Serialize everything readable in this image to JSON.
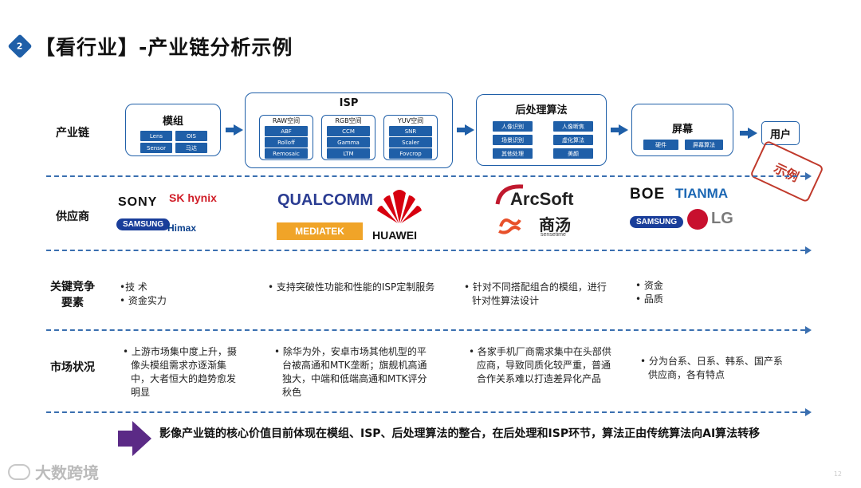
{
  "header": {
    "badge": "2",
    "title": "【看行业】-产业链分析示例"
  },
  "rows": {
    "chain": "产业链",
    "supplier": "供应商",
    "key_factors_line1": "关键竞争",
    "key_factors_line2": "要素",
    "market": "市场状况"
  },
  "chain": {
    "module": {
      "title": "模组",
      "items": [
        "Lens",
        "OIS",
        "Sensor",
        "马达"
      ]
    },
    "isp": {
      "title": "ISP",
      "raw": {
        "title": "RAW空间",
        "items": [
          "ABF",
          "Rolloff",
          "Remosaic"
        ]
      },
      "rgb": {
        "title": "RGB空间",
        "items": [
          "CCM",
          "Gamma",
          "LTM"
        ]
      },
      "yuv": {
        "title": "YUV空间",
        "items": [
          "SNR",
          "Scaler",
          "Fovcrop"
        ]
      }
    },
    "post": {
      "title": "后处理算法",
      "items": [
        "人像识别",
        "人像断焦",
        "场景识别",
        "虚化算法",
        "其他处理",
        "美颜"
      ]
    },
    "screen": {
      "title": "屏幕",
      "items": [
        "硬件",
        "屏幕算法"
      ]
    },
    "user": "用户"
  },
  "stamp": "示例",
  "suppliers": {
    "module": [
      "SONY",
      "SK hynix",
      "SAMSUNG",
      "Himax"
    ],
    "isp": [
      "QUALCOMM",
      "MEDIATEK",
      "HUAWEI"
    ],
    "post": [
      "ArcSoft",
      "商汤",
      "sensetime"
    ],
    "screen": [
      "BOE",
      "TIANMA",
      "SAMSUNG",
      "LG"
    ]
  },
  "key_factors": {
    "module": [
      "•技 术",
      "• 资金实力"
    ],
    "isp": [
      "• 支持突破性功能和性能的ISP定制服务"
    ],
    "post": [
      "• 针对不同搭配组合的模组，进行针对性算法设计"
    ],
    "screen": [
      "• 资金",
      "• 品质"
    ]
  },
  "market": {
    "module": [
      "• 上游市场集中度上升，摄像头模组需求亦逐渐集中，大者恒大的趋势愈发明显"
    ],
    "isp": [
      "• 除华为外，安卓市场其他机型的平台被高通和MTK垄断；旗舰机高通独大，中端和低端高通和MTK评分秋色"
    ],
    "post": [
      "• 各家手机厂商需求集中在头部供应商，导致同质化较严重，普通合作关系难以打造差异化产品"
    ],
    "screen": [
      "• 分为台系、日系、韩系、国产系供应商，各有特点"
    ]
  },
  "conclusion": "影像产业链的核心价值目前体现在模组、ISP、后处理算法的整合，在后处理和ISP环节，算法正由传统算法向AI算法转移",
  "watermark": "大数跨境",
  "page_number": "12",
  "colors": {
    "primary": "#1f5fa8",
    "stamp": "#c0392b",
    "conclusion_arrow": "#5b2a86"
  }
}
